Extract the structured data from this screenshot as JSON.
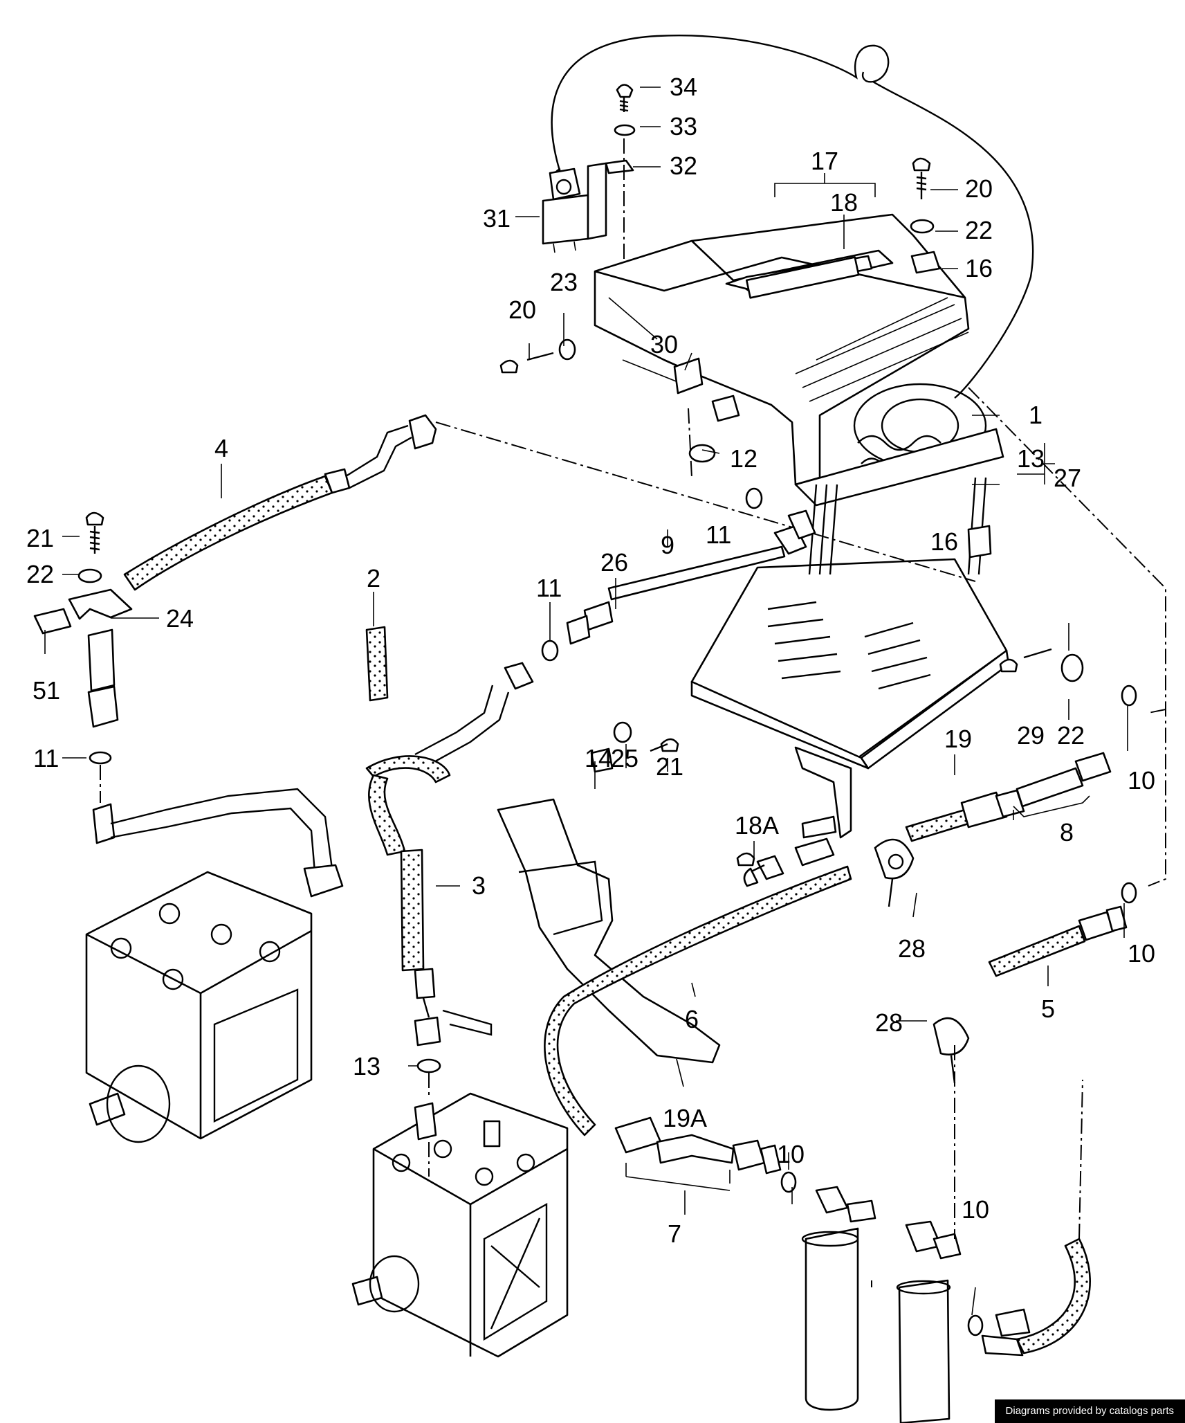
{
  "diagram": {
    "labels": [
      "34",
      "33",
      "32",
      "31",
      "17",
      "18",
      "20",
      "22",
      "16",
      "23",
      "20",
      "30",
      "1",
      "12",
      "13",
      "27",
      "4",
      "21",
      "22",
      "24",
      "51",
      "11",
      "11",
      "2",
      "11",
      "26",
      "9",
      "16",
      "14",
      "25",
      "21",
      "29",
      "22",
      "19",
      "10",
      "8",
      "18A",
      "3",
      "28",
      "10",
      "13",
      "6",
      "5",
      "28",
      "19A",
      "10",
      "7",
      "10"
    ]
  },
  "footer": {
    "credit": "Diagrams provided by catalogs parts"
  }
}
